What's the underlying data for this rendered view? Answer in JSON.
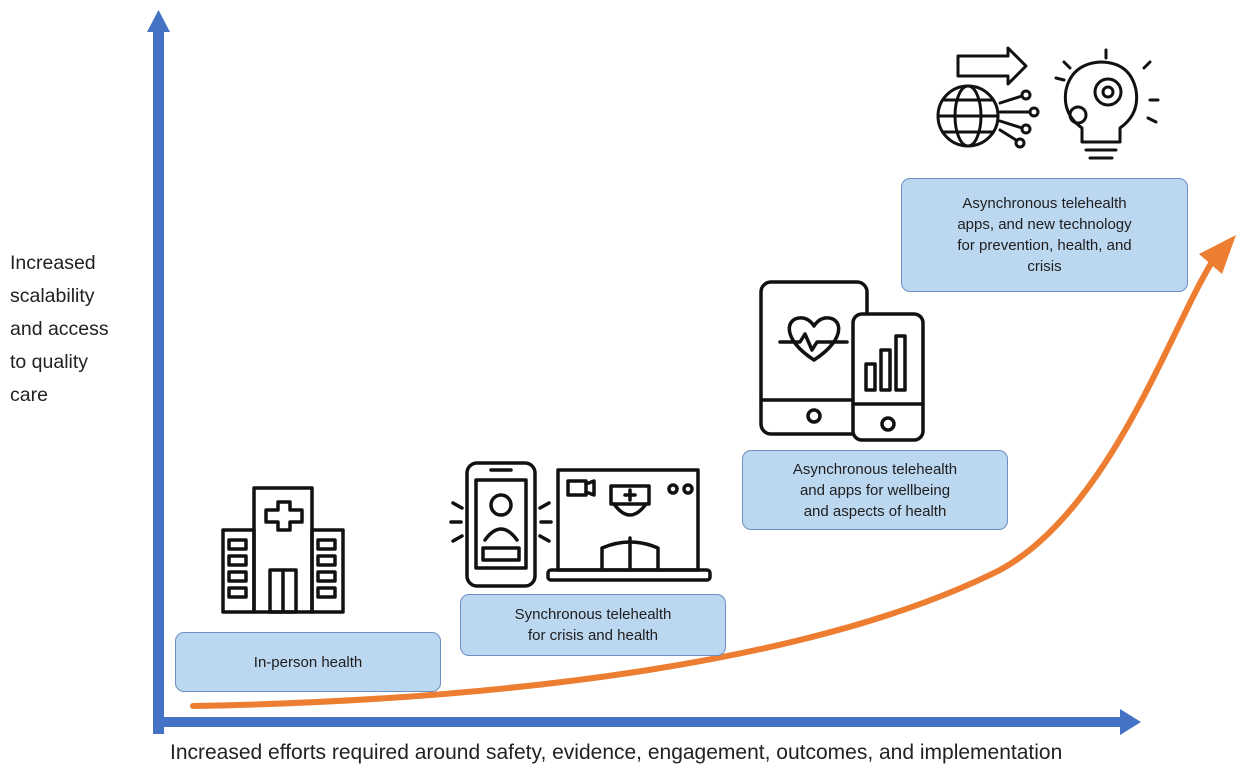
{
  "axes": {
    "y_label": "Increased\nscalability\nand access\nto quality\ncare",
    "x_label": "Increased efforts required around safety, evidence, engagement, outcomes, and implementation",
    "colors": {
      "axis": "#4472c4",
      "curve": "#ed7d31",
      "box_fill": "#bcd7f0",
      "box_border": "#6a8fc0"
    }
  },
  "stages": [
    {
      "label": "In-person health",
      "icon": "hospital-building-icon"
    },
    {
      "label": "Synchronous telehealth\nfor crisis and health",
      "icon": "video-call-doctor-icon"
    },
    {
      "label": "Asynchronous telehealth\nand apps for wellbeing\nand aspects of health",
      "icon": "health-apps-devices-icon"
    },
    {
      "label": "Asynchronous telehealth\napps, and new technology\nfor prevention, health, and\ncrisis",
      "icon": "innovation-technology-icon"
    }
  ]
}
